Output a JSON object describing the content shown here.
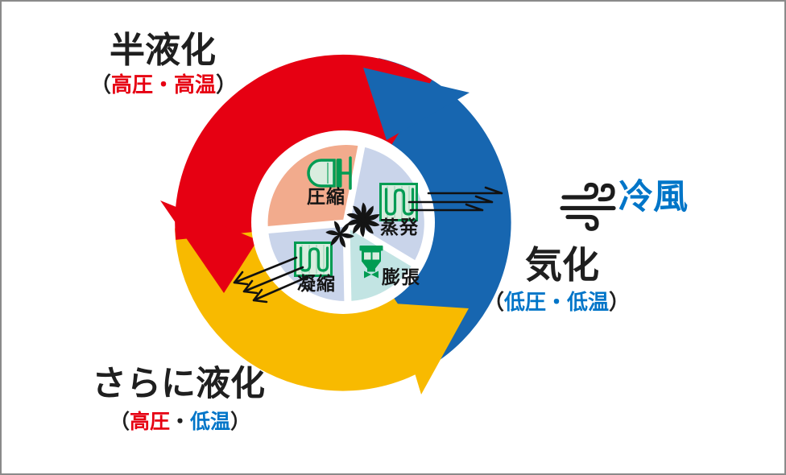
{
  "stages": {
    "top_left": {
      "title": "半液化",
      "sub": [
        {
          "text": "（",
          "color": "#1f1f1f"
        },
        {
          "text": "高圧・高温",
          "color": "#e60012"
        },
        {
          "text": "）",
          "color": "#1f1f1f"
        }
      ]
    },
    "right": {
      "title": "気化",
      "sub": [
        {
          "text": "（",
          "color": "#1f1f1f"
        },
        {
          "text": "低圧・低温",
          "color": "#0075c8"
        },
        {
          "text": "）",
          "color": "#1f1f1f"
        }
      ]
    },
    "bottom_left": {
      "title": "さらに液化",
      "sub": [
        {
          "text": "（",
          "color": "#1f1f1f"
        },
        {
          "text": "高圧",
          "color": "#e60012"
        },
        {
          "text": "・",
          "color": "#1f1f1f"
        },
        {
          "text": "低温",
          "color": "#0075c8"
        },
        {
          "text": "）",
          "color": "#1f1f1f"
        }
      ]
    }
  },
  "cold_wind": {
    "label": "冷風",
    "icon": "wind-icon"
  },
  "process": {
    "compression": {
      "label": "圧縮",
      "icon": "compressor-icon"
    },
    "evaporation": {
      "label": "蒸発",
      "icon": "coil-icon"
    },
    "expansion": {
      "label": "膨張",
      "icon": "expansion-valve-icon"
    },
    "condensation": {
      "label": "凝縮",
      "icon": "coil-icon"
    }
  },
  "icons": {
    "center_fans": "fan-icon",
    "cold_air_flow": "triple-arrow-right-icon",
    "heat_release_flow": "triple-arrow-down-left-icon"
  },
  "colors": {
    "cycle_red": "#e60012",
    "cycle_blue": "#1766b0",
    "cycle_yellow": "#f8ba00",
    "text_red": "#e60012",
    "text_blue": "#0075c8",
    "wedge_compression": "#f2ab8d",
    "wedge_evaporation": "#c9d4ea",
    "wedge_expansion": "#c2e4e3",
    "wedge_condensation": "#c9d4ea",
    "icon_green": "#009c53",
    "icon_green_light": "#d9eddf",
    "border_gray": "#8a8a8a"
  }
}
